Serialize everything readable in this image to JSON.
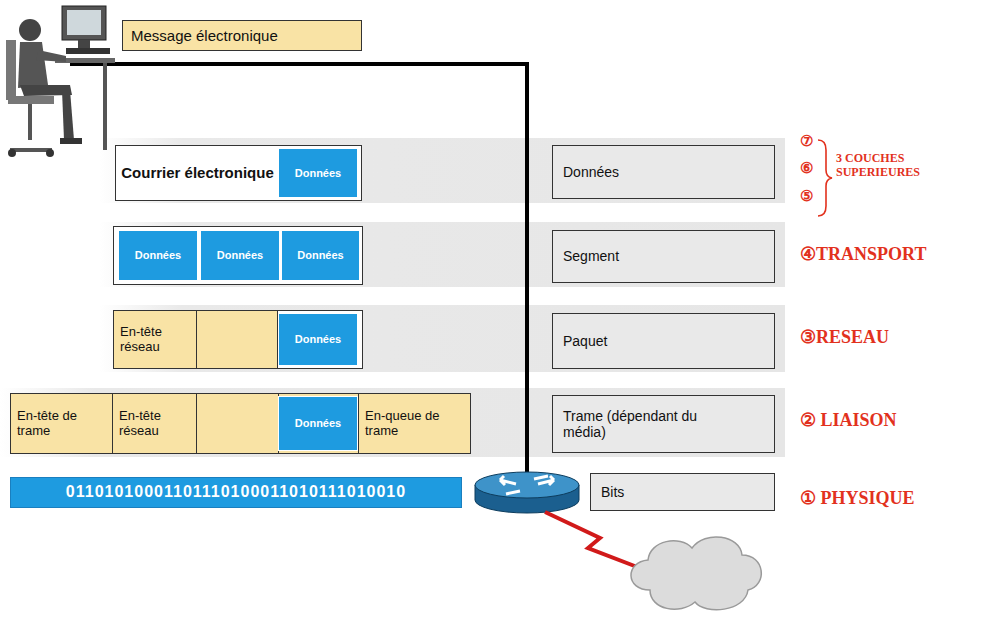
{
  "diagram": {
    "nodes": [
      {
        "text": [
          "Message électronique"
        ]
      },
      {
        "text": [
          "Courrier électronique"
        ]
      },
      {
        "text": [
          "Données"
        ],
        "in": 1
      },
      {
        "text": [
          "Données"
        ]
      },
      {
        "text": [
          "Données"
        ]
      },
      {
        "text": [
          "Données"
        ]
      },
      {
        "text": [
          "Données"
        ]
      },
      {
        "text": [
          "Segment"
        ]
      },
      {
        "text": [
          "En-tête réseau"
        ]
      },
      {
        "text": [
          "Données"
        ]
      },
      {
        "text": [
          "Paquet"
        ]
      },
      {
        "text": [
          "En-tête de trame"
        ]
      },
      {
        "text": [
          "En-tête réseau"
        ]
      },
      {
        "text": [
          "Données"
        ]
      },
      {
        "text": [
          "En-queue de trame"
        ]
      },
      {
        "text": [
          "Trame (dépendant du média)"
        ]
      },
      {
        "text": [
          "01101010001101110100011010111010010"
        ]
      },
      {
        "text": [
          "Bits"
        ]
      }
    ],
    "labels": [
      "⑦",
      "⑥",
      "⑤",
      "3 COUCHES SUPERIEURES",
      "④TRANSPORT",
      "③RESEAU",
      "② LIAISON",
      "① PHYSIQUE"
    ]
  }
}
